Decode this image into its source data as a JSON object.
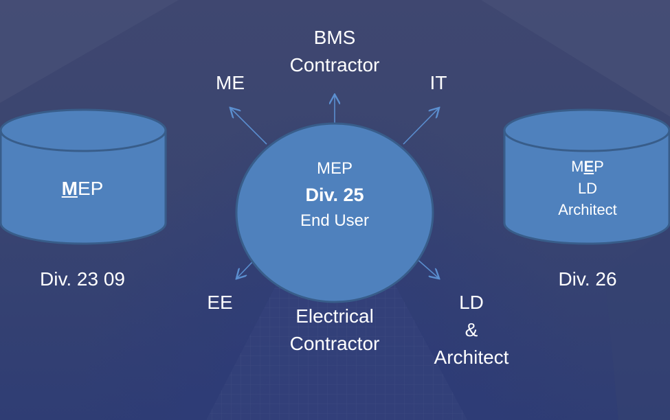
{
  "center_node": {
    "line1": "MEP",
    "line2": "Div. 25",
    "line3": "End User"
  },
  "left_cylinder": {
    "label_underlined": "M",
    "label_rest": "EP",
    "caption": "Div. 23 09"
  },
  "right_cylinder": {
    "label_prefix": "M",
    "label_underlined": "E",
    "label_suffix": "P",
    "line2": "LD",
    "line3": "Architect",
    "caption": "Div. 26"
  },
  "targets": {
    "bms": {
      "line1": "BMS",
      "line2": "Contractor"
    },
    "me": "ME",
    "it": "IT",
    "ee": "EE",
    "electrical": {
      "line1": "Electrical",
      "line2": "Contractor"
    },
    "ld": {
      "line1": "LD",
      "line2": "&",
      "line3": "Architect"
    }
  },
  "colors": {
    "background": "#3c4670",
    "shape_fill": "#4f81bd",
    "shape_stroke": "#385d8a",
    "arrow": "#4f81bd"
  }
}
